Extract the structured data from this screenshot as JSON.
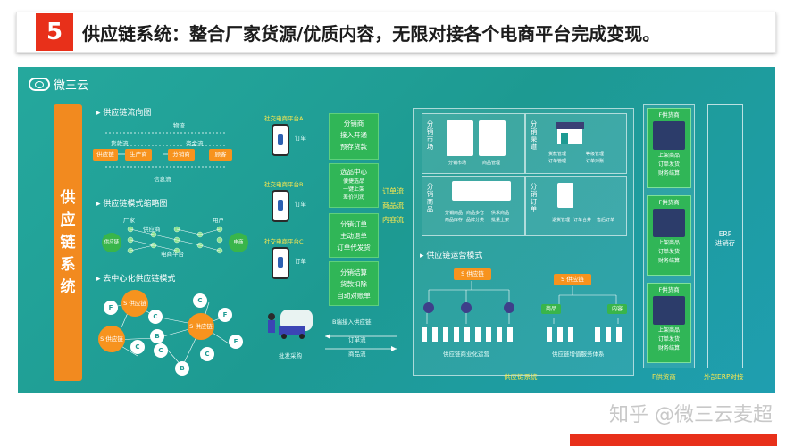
{
  "header": {
    "number": "5",
    "title": "供应链系统：整合厂家货源/优质内容，无限对接各个电商平台完成变现。"
  },
  "logo": {
    "text": "微三云"
  },
  "left_bar": {
    "chars": [
      "供",
      "应",
      "链",
      "系",
      "统"
    ]
  },
  "flow_chart": {
    "title": "▸ 供应链流向图",
    "nodes": [
      "供应链",
      "生产商",
      "分销商",
      "顾客"
    ],
    "labels": {
      "wuliu": "物流",
      "huokuan": "货款流",
      "zijin": "资金流",
      "xinxi": "信息流"
    }
  },
  "mode_chart": {
    "title": "▸ 供应链模式缩略图",
    "labels": [
      "厂家",
      "供应商",
      "用户",
      "电商平台"
    ],
    "left_node": "供应链",
    "right_node": "电商"
  },
  "decentral": {
    "title": "▸ 去中心化供应链模式",
    "big_nodes": [
      "S\n供应链",
      "S\n供应链",
      "S\n供应链"
    ],
    "f_label": "F",
    "b_label": "B",
    "c_label": "C"
  },
  "platforms": [
    "社交电商平台A",
    "社交电商平台B",
    "社交电商平台C"
  ],
  "order_label": "订单",
  "middle_boxes": [
    [
      "分销商",
      "接入开通",
      "预存货款"
    ],
    [
      "选品中心",
      "便捷选品",
      "一键上架",
      "差价利润"
    ],
    [
      "分销订单",
      "主动退单",
      "订单代发货"
    ],
    [
      "分销结算",
      "货款扣除",
      "自动对账单"
    ]
  ],
  "flows": [
    "订单流",
    "商品流",
    "内容流"
  ],
  "b_access": "B端接入供应链",
  "bulk_buy": "批发采购",
  "order_flow": "订单流",
  "goods_flow": "商品流",
  "market_cards": [
    {
      "side": "分销市场",
      "items": [
        "分销市场",
        "商品管理"
      ]
    },
    {
      "side": "分销渠道",
      "items": [
        "货款管理",
        "等级管理",
        "订单管理",
        "订单对账"
      ]
    },
    {
      "side": "分销商品",
      "items": [
        "分销商品",
        "商品多仓",
        "供求商品",
        "商品库存",
        "品牌分类",
        "批量上架"
      ]
    },
    {
      "side": "分销订单",
      "items": [
        "退货管理",
        "订单合并",
        "售后订单"
      ]
    }
  ],
  "ops": {
    "title": "▸ 供应链运营模式",
    "left_head": "S 供应链",
    "right_head": "S 供应链",
    "left_caption": "供应链商业化运营",
    "right_caption": "供应链增值服务体系",
    "right_nodes": [
      "商品",
      "内容"
    ]
  },
  "f_col": {
    "head": "F供货商",
    "items": [
      "上架商品",
      "订单发货",
      "财务结算"
    ]
  },
  "erp": {
    "line1": "ERP",
    "line2": "进销存"
  },
  "bottom_labels": [
    "供应链系统",
    "F供货商",
    "外部ERP对接"
  ],
  "watermark": "知乎 @微三云麦超",
  "colors": {
    "accent": "#e8301a",
    "panel": "#1d9a92",
    "orange": "#f7931e",
    "green": "#30b657",
    "yellow": "#ffe94d"
  }
}
